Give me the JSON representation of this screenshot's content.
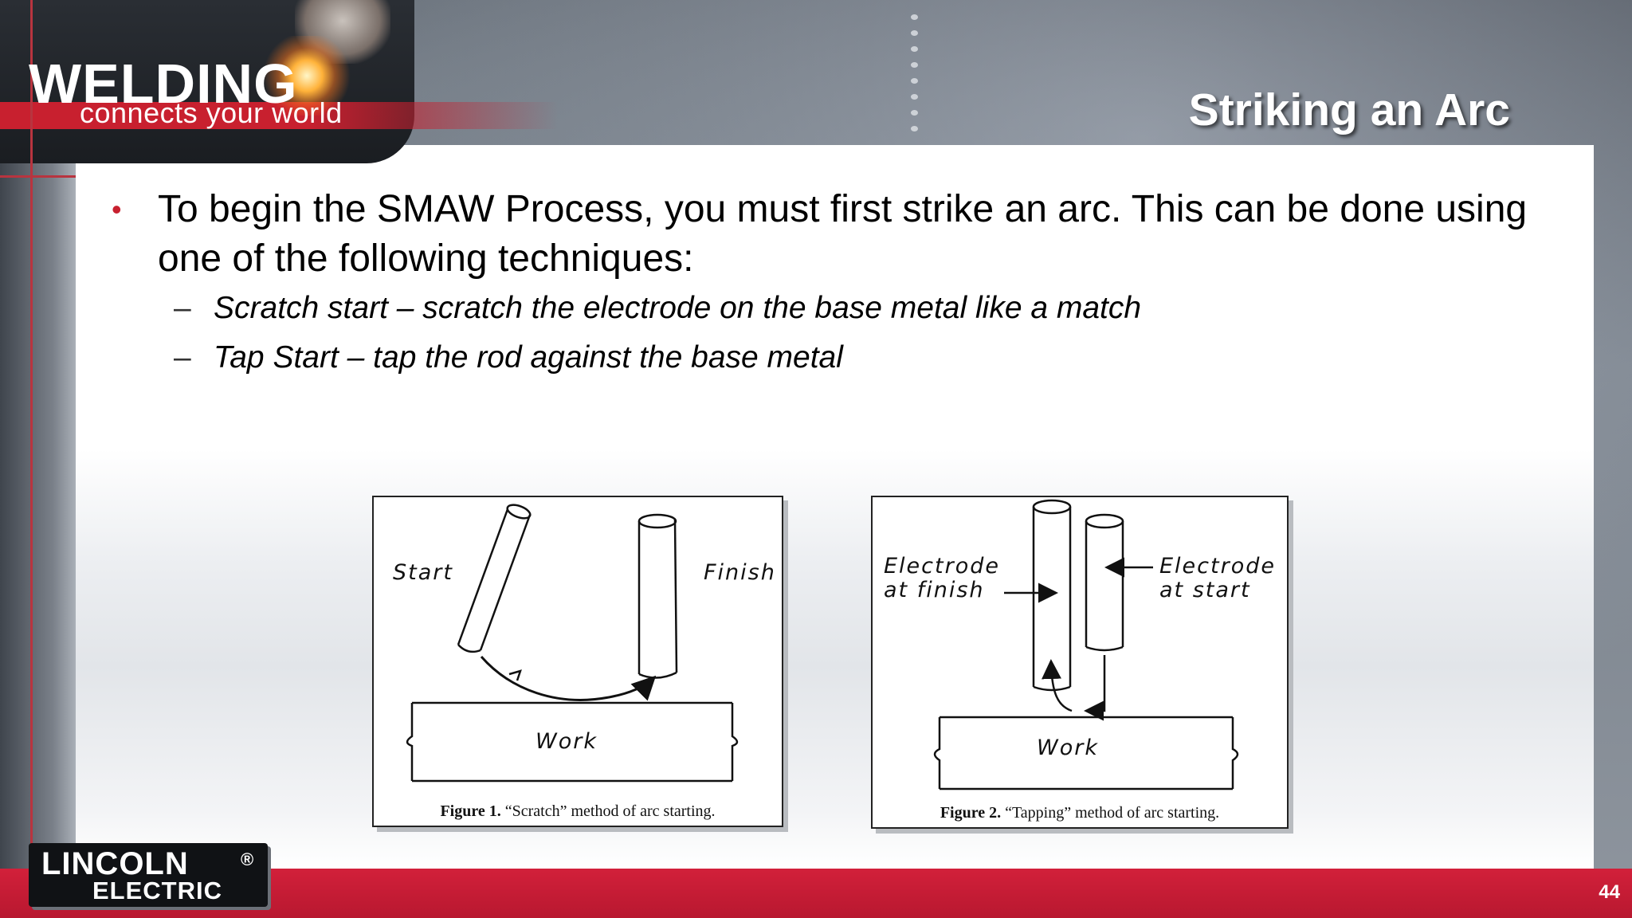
{
  "brand": {
    "logo_main": "WELDING",
    "logo_tagline": "connects your world",
    "footer_logo_top": "LINCOLN",
    "footer_logo_reg": "®",
    "footer_logo_bottom": "ELECTRIC"
  },
  "slide": {
    "title": "Striking an Arc",
    "page_number": "44",
    "bullet": "To begin the SMAW Process, you must first strike an arc.  This can be done using one of the following techniques:",
    "sub_bullets": [
      "Scratch start – scratch the electrode on the base metal like a match",
      "Tap Start – tap the rod against the base metal"
    ],
    "bullet_marker": "•",
    "sub_marker": "–"
  },
  "figures": [
    {
      "labels": {
        "start": "Start",
        "finish": "Finish",
        "work": "Work"
      },
      "caption_prefix": "Figure 1.",
      "caption_text": "“Scratch” method of arc starting."
    },
    {
      "labels": {
        "finish": "Electrode\nat finish",
        "start": "Electrode\nat start",
        "work": "Work"
      },
      "caption_prefix": "Figure 2.",
      "caption_text": "“Tapping” method of arc starting."
    }
  ],
  "colors": {
    "accent_red": "#c8202f",
    "header_dark": "#1a1d21"
  }
}
